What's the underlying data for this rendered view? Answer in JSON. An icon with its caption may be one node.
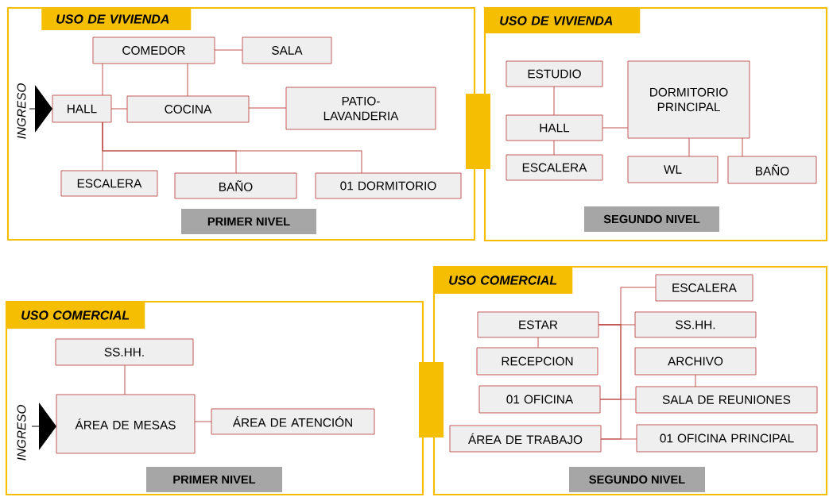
{
  "diagram": {
    "nodes": [
      {
        "text": [
          "USO DE VIVIENDA"
        ]
      },
      {
        "text": [
          "COMEDOR"
        ],
        "in": 0
      },
      {
        "text": [
          "SALA"
        ],
        "in": 0
      },
      {
        "text": [
          "HALL"
        ],
        "in": 0
      },
      {
        "text": [
          "COCINA"
        ],
        "in": 0
      },
      {
        "text": [
          "PATIO-LAVANDERIA"
        ],
        "in": 0
      },
      {
        "text": [
          "ESCALERA"
        ],
        "in": 0
      },
      {
        "text": [
          "BAÑO"
        ],
        "in": 0
      },
      {
        "text": [
          "01 DORMITORIO"
        ],
        "in": 0
      },
      {
        "text": [
          "PRIMER NIVEL"
        ],
        "in": 0
      },
      {
        "text": [],
        "shape": "bar"
      },
      {
        "text": [
          "USO DE VIVIENDA"
        ]
      },
      {
        "text": [
          "ESTUDIO"
        ],
        "in": 11
      },
      {
        "text": [
          "HALL"
        ],
        "in": 11
      },
      {
        "text": [
          "ESCALERA"
        ],
        "in": 11
      },
      {
        "text": [
          "DORMITORIO PRINCIPAL"
        ],
        "in": 11
      },
      {
        "text": [
          "WL"
        ],
        "in": 11
      },
      {
        "text": [
          "BAÑO"
        ],
        "in": 11
      },
      {
        "text": [
          "SEGUNDO NIVEL"
        ],
        "in": 11
      },
      {
        "text": [
          "USO COMERCIAL"
        ]
      },
      {
        "text": [
          "SS.HH."
        ],
        "in": 19
      },
      {
        "text": [
          "ÁREA DE MESAS"
        ],
        "in": 19
      },
      {
        "text": [
          "ÁREA DE ATENCIÓN"
        ],
        "in": 19
      },
      {
        "text": [
          "PRIMER NIVEL"
        ],
        "in": 19
      },
      {
        "text": [],
        "shape": "bar"
      },
      {
        "text": [
          "USO COMERCIAL"
        ]
      },
      {
        "text": [
          "ESCALERA"
        ],
        "in": 25
      },
      {
        "text": [
          "ESTAR"
        ],
        "in": 25
      },
      {
        "text": [
          "SS.HH."
        ],
        "in": 25
      },
      {
        "text": [
          "RECEPCION"
        ],
        "in": 25
      },
      {
        "text": [
          "ARCHIVO"
        ],
        "in": 25
      },
      {
        "text": [
          "01 OFICINA"
        ],
        "in": 25
      },
      {
        "text": [
          "SALA DE REUNIONES"
        ],
        "in": 25
      },
      {
        "text": [
          "ÁREA DE TRABAJO"
        ],
        "in": 25
      },
      {
        "text": [
          "01 OFICINA PRINCIPAL"
        ],
        "in": 25
      },
      {
        "text": [
          "SEGUNDO NIVEL"
        ],
        "in": 25
      }
    ],
    "edges": [
      {
        "from": 1,
        "to": 2,
        "arrow": "none"
      },
      {
        "from": 1,
        "to": 3,
        "arrow": "none"
      },
      {
        "from": 1,
        "to": 4,
        "arrow": "none"
      },
      {
        "from": 3,
        "to": 4,
        "arrow": "none"
      },
      {
        "from": 4,
        "to": 5,
        "arrow": "none"
      },
      {
        "from": 3,
        "to": 6,
        "arrow": "none"
      },
      {
        "from": 3,
        "to": 7,
        "arrow": "none"
      },
      {
        "from": 3,
        "to": 8,
        "arrow": "none"
      },
      {
        "from": null,
        "to": 3,
        "arrow": "to",
        "label": "INGRESO",
        "color": "#000000"
      },
      {
        "from": 12,
        "to": 13,
        "arrow": "none"
      },
      {
        "from": 13,
        "to": 14,
        "arrow": "none"
      },
      {
        "from": 13,
        "to": 15,
        "arrow": "none"
      },
      {
        "from": 15,
        "to": 16,
        "arrow": "none"
      },
      {
        "from": 15,
        "to": 17,
        "arrow": "none"
      },
      {
        "from": 20,
        "to": 21,
        "arrow": "none"
      },
      {
        "from": 21,
        "to": 22,
        "arrow": "none"
      },
      {
        "from": null,
        "to": 21,
        "arrow": "to",
        "label": "INGRESO",
        "color": "#000000"
      },
      {
        "from": 27,
        "to": 28,
        "arrow": "none"
      },
      {
        "from": 27,
        "to": 26,
        "arrow": "none"
      },
      {
        "from": 27,
        "to": 29,
        "arrow": "none"
      },
      {
        "from": 30,
        "to": 32,
        "arrow": "none"
      },
      {
        "from": 31,
        "to": 32,
        "arrow": "none"
      },
      {
        "from": 27,
        "to": 31,
        "arrow": "none"
      },
      {
        "from": 33,
        "to": 34,
        "arrow": "none"
      },
      {
        "from": 27,
        "to": 33,
        "arrow": "none"
      }
    ]
  }
}
